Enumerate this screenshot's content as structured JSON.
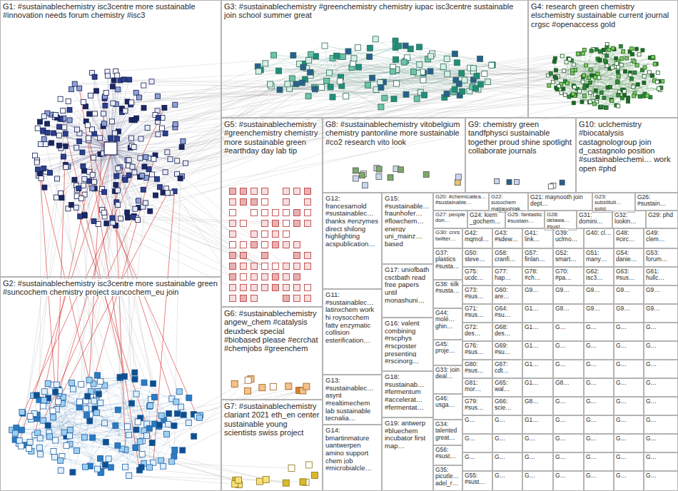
{
  "diagram": {
    "nodes": [
      {
        "text": [
          "G1: #sustainablechemistry isc3centre more sustainable #innovation needs forum chemistry #isc3"
        ]
      },
      {
        "text": [
          "G2: #sustainablechemistry isc3centre more sustainable green #suncochem chemistry project suncochem_eu join"
        ]
      },
      {
        "text": [
          "G3: #sustainablechemistry #greenchemistry chemistry iupac isc3centre sustainable join school summer great"
        ]
      },
      {
        "text": [
          "G4: research green chemistry elschemistry sustainable current journal crgsc #openaccess gold"
        ]
      },
      {
        "text": [
          "G5: #sustainablechemistry #greenchemistry chemistry more sustainable green #earthday day lab tip"
        ]
      },
      {
        "text": [
          "G8: #sustainablechemistry vitobelgium chemistry pantonline more sustainable #co2 research vito look"
        ]
      },
      {
        "text": [
          "G9: chemistry green tandfphysci sustainable together proud shine spotlight collaborate journals"
        ]
      },
      {
        "text": [
          "G10: uclchemistry #biocatalysis castagnologroup join d_castagnolo position #sustainablechemi… work open #phd"
        ]
      },
      {
        "text": [
          "G12: francesarnold #sustainablec… thanks #enzymes direct shilong highlighting acspublication…"
        ]
      },
      {
        "text": [
          "G15: #sustainable… fraunhofer… #flowchem… energy uni_mainz… based"
        ]
      },
      {
        "text": [
          "G11: #sustainablec… latinxchem work hi roysocchem fatty enzymatic collision esterification…"
        ]
      },
      {
        "text": [
          "G17: uniofbath csctbath read free papers until monashuni…"
        ]
      },
      {
        "text": [
          "G16: valent combining #rscphys #rscposter presenting #rscinorg…"
        ]
      },
      {
        "text": [
          "G18: #sustainab… #fermentum #accelerat… #fermentat…"
        ]
      },
      {
        "text": [
          "G13: #sustainablec… asynt #realtimechem lab sustainable tecnalia…"
        ]
      },
      {
        "text": [
          "G14: bmartinmature uantwerpen amino support chem job #microbialcle…"
        ]
      },
      {
        "text": [
          "G19: antwerp #bluechem incubator first map…"
        ]
      },
      {
        "text": [
          "G6: #sustainablechemistry angew_chem #catalysis deuxbeck special #biobased please #ecrchat #chemjobs #greenchem"
        ]
      },
      {
        "text": [
          "G7: #sustainablechemistry clariant 2021 eth_en center sustainable young scientists swiss project"
        ]
      },
      {
        "text": [
          "G20: #chemicallea… #sustainable…"
        ]
      },
      {
        "text": [
          "G22: susochem maijapohjak…"
        ]
      },
      {
        "text": [
          "G21: maynooth join dept…"
        ]
      },
      {
        "text": [
          "G23: substituti… solid…"
        ]
      },
      {
        "text": [
          "G26: #sustain…"
        ]
      },
      {
        "text": [
          "G27: people don…"
        ]
      },
      {
        "text": [
          "G24: kiem _gochem…"
        ]
      },
      {
        "text": [
          "G25: fantastic #sustain…"
        ]
      },
      {
        "text": [
          "G28: delawa… #sust…"
        ]
      },
      {
        "text": [
          "G31: domini…"
        ]
      },
      {
        "text": [
          "G32: lookin…"
        ]
      },
      {
        "text": [
          "G29: phd"
        ]
      },
      {
        "text": [
          "G30: cnrs twitter…"
        ]
      },
      {
        "text": [
          "G42: mqmol…"
        ]
      },
      {
        "text": [
          "G43: #sdew…"
        ]
      },
      {
        "text": [
          "G41: link…"
        ]
      },
      {
        "text": [
          "G39: uclmo…"
        ]
      },
      {
        "text": [
          "G40: cl…"
        ]
      },
      {
        "text": [
          "G48: #circ…"
        ]
      },
      {
        "text": [
          "G49: clem…"
        ]
      },
      {
        "text": [
          "G37: plastics #susta…"
        ]
      },
      {
        "text": [
          "G38: silk #susta…"
        ]
      },
      {
        "text": [
          "G44: molé… ghin…"
        ]
      },
      {
        "text": [
          "G45: proje…"
        ]
      },
      {
        "text": [
          "G33: join deal…"
        ]
      },
      {
        "text": [
          "G46: usga…"
        ]
      },
      {
        "text": [
          "G34: talented great…"
        ]
      },
      {
        "text": [
          "G56: #sust…"
        ]
      },
      {
        "text": [
          "G35: picutle… adel_r…"
        ]
      },
      {
        "text": [
          "G50: steve…"
        ]
      },
      {
        "text": [
          "G58: cranfi…"
        ]
      },
      {
        "text": [
          "G57: finlan…"
        ]
      },
      {
        "text": [
          "G52: smart…"
        ]
      },
      {
        "text": [
          "G51: many…"
        ]
      },
      {
        "text": [
          "G54: danie…"
        ]
      },
      {
        "text": [
          "G53: forum…"
        ]
      },
      {
        "text": [
          "G75: ucdc…"
        ]
      },
      {
        "text": [
          "G77: hap…"
        ]
      },
      {
        "text": [
          "G78: #ch…"
        ]
      },
      {
        "text": [
          "G70: #pa…"
        ]
      },
      {
        "text": [
          "G62: isc3…"
        ]
      },
      {
        "text": [
          "G63: #sus…"
        ]
      },
      {
        "text": [
          "G61: hullc…"
        ]
      },
      {
        "text": [
          "G73: #sus…"
        ]
      },
      {
        "text": [
          "G60: are…"
        ]
      },
      {
        "text": [
          "G9…"
        ]
      },
      {
        "text": [
          "G9…"
        ]
      },
      {
        "text": [
          "G9…"
        ]
      },
      {
        "text": [
          "G9…"
        ]
      },
      {
        "text": [
          "G9…"
        ]
      },
      {
        "text": [
          "G71: #sus…"
        ]
      },
      {
        "text": [
          "G64: #su…"
        ]
      },
      {
        "text": [
          "G1…"
        ]
      },
      {
        "text": [
          "G8…"
        ]
      },
      {
        "text": [
          "G9…"
        ]
      },
      {
        "text": [
          "G9…"
        ]
      },
      {
        "text": [
          "G9…"
        ]
      },
      {
        "text": [
          "G72: des…"
        ]
      },
      {
        "text": [
          "G68: des…"
        ]
      },
      {
        "text": [
          "G1…"
        ]
      },
      {
        "text": [
          "G…"
        ]
      },
      {
        "text": [
          "G…"
        ]
      },
      {
        "text": [
          "G…"
        ]
      },
      {
        "text": [
          "G…"
        ]
      },
      {
        "text": [
          "G76: #sus…"
        ]
      },
      {
        "text": [
          "G69: #su…"
        ]
      },
      {
        "text": [
          "G1…"
        ]
      },
      {
        "text": [
          "G…"
        ]
      },
      {
        "text": [
          "G…"
        ]
      },
      {
        "text": [
          "G…"
        ]
      },
      {
        "text": [
          "G…"
        ]
      },
      {
        "text": [
          "G80: #sus…"
        ]
      },
      {
        "text": [
          "G67: cdt…"
        ]
      },
      {
        "text": [
          "G1…"
        ]
      },
      {
        "text": [
          "G…"
        ]
      },
      {
        "text": [
          "G…"
        ]
      },
      {
        "text": [
          "G…"
        ]
      },
      {
        "text": [
          "G…"
        ]
      },
      {
        "text": [
          "G81: mor…"
        ]
      },
      {
        "text": [
          "G65: wal…"
        ]
      },
      {
        "text": [
          "G1…"
        ]
      },
      {
        "text": [
          "G8…"
        ]
      },
      {
        "text": [
          "G…"
        ]
      },
      {
        "text": [
          "G…"
        ]
      },
      {
        "text": [
          "G…"
        ]
      },
      {
        "text": [
          "G79: #sus…"
        ]
      },
      {
        "text": [
          "G66: scie…"
        ]
      },
      {
        "text": [
          "G8…"
        ]
      },
      {
        "text": [
          "G…"
        ]
      },
      {
        "text": [
          "G…"
        ]
      },
      {
        "text": [
          "G…"
        ]
      },
      {
        "text": [
          "G…"
        ]
      },
      {
        "text": [
          "G…"
        ]
      },
      {
        "text": [
          "G…"
        ]
      },
      {
        "text": [
          "G1…"
        ]
      },
      {
        "text": [
          "G…"
        ]
      },
      {
        "text": [
          "G…"
        ]
      },
      {
        "text": [
          "G…"
        ]
      },
      {
        "text": [
          "G…"
        ]
      },
      {
        "text": [
          "G…"
        ]
      },
      {
        "text": [
          "G…"
        ]
      },
      {
        "text": [
          "G…"
        ]
      },
      {
        "text": [
          "G…"
        ]
      },
      {
        "text": [
          "G…"
        ]
      },
      {
        "text": [
          "G…"
        ]
      },
      {
        "text": [
          "G…"
        ]
      },
      {
        "text": [
          "G…"
        ]
      },
      {
        "text": [
          "G…"
        ]
      },
      {
        "text": [
          "G…"
        ]
      },
      {
        "text": [
          "G…"
        ]
      },
      {
        "text": [
          "G…"
        ]
      },
      {
        "text": [
          "G…"
        ]
      },
      {
        "text": [
          "G…"
        ]
      },
      {
        "text": [
          "G55: #sust…"
        ]
      },
      {
        "text": [
          "G…"
        ]
      },
      {
        "text": [
          "G…"
        ]
      },
      {
        "text": [
          "G…"
        ]
      },
      {
        "text": [
          "G…"
        ]
      },
      {
        "text": [
          "G…"
        ]
      },
      {
        "text": [
          "G…"
        ]
      }
    ]
  }
}
